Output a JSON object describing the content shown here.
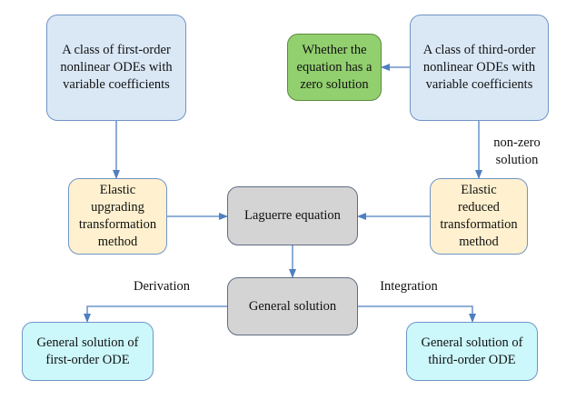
{
  "colors": {
    "arrow": "#4f7fc0"
  },
  "nodes": {
    "first_order_class": "A class of first-order\nnonlinear ODEs with\nvariable coefficients",
    "zero_solution_question": "Whether the\nequation has a\nzero solution",
    "third_order_class": "A class of third-order\nnonlinear ODEs with\nvariable coefficients",
    "elastic_upgrading": "Elastic\nupgrading\ntransformation\nmethod",
    "laguerre_equation": "Laguerre equation",
    "elastic_reduced": "Elastic\nreduced\ntransformation\nmethod",
    "general_solution": "General solution",
    "first_order_solution": "General solution of\nfirst-order ODE",
    "third_order_solution": "General solution of\nthird-order ODE"
  },
  "edge_labels": {
    "non_zero_solution": "non-zero\nsolution",
    "derivation": "Derivation",
    "integration": "Integration"
  }
}
